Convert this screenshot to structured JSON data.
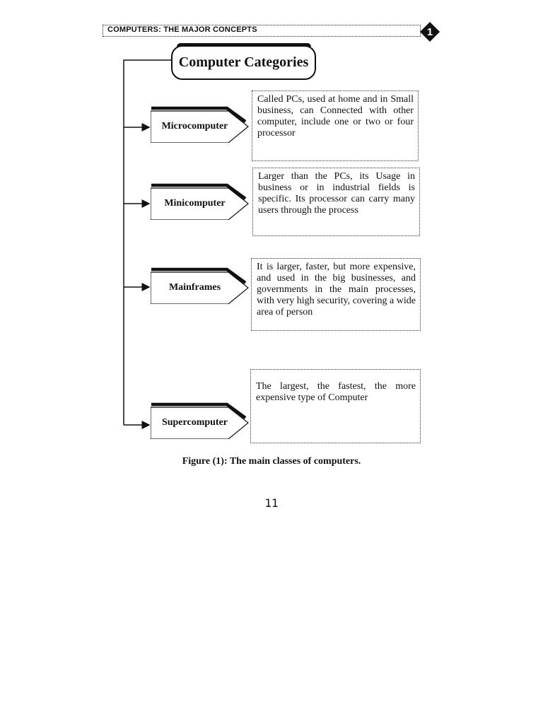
{
  "header": {
    "running_title": "COMPUTERS: THE MAJOR CONCEPTS",
    "chapter_number": "1"
  },
  "diagram": {
    "title": "Computer Categories",
    "categories": [
      {
        "label": "Microcomputer",
        "description": "Called PCs, used at home and in Small business, can Connected with other computer, include one or two or four processor"
      },
      {
        "label": "Minicomputer",
        "description": "Larger than the PCs, its Usage in business or in industrial fields is specific. Its processor can carry many users through the process"
      },
      {
        "label": "Mainframes",
        "description": "It is larger, faster, but more expensive, and used in the big businesses, and governments in the main processes, with very high security, covering a wide area of person"
      },
      {
        "label": "Supercomputer",
        "description": "The largest, the fastest, the more expensive type of Computer"
      }
    ]
  },
  "caption": "Figure (1): The main classes of computers.",
  "page_number": "11"
}
